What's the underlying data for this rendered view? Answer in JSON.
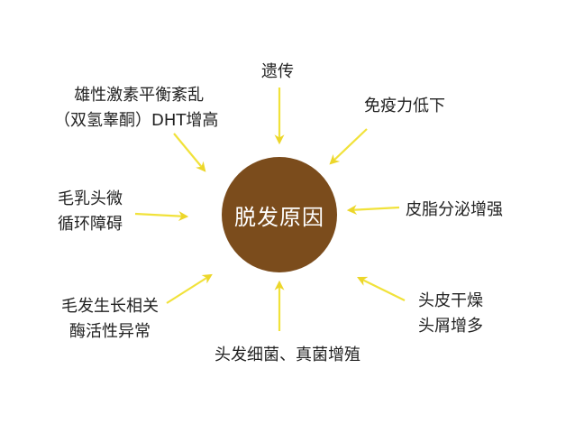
{
  "diagram": {
    "center": {
      "label": "脱发原因",
      "color": "#7b4c1c"
    },
    "arrow_color": "#f1e23a",
    "causes": [
      {
        "id": "genetics",
        "lines": [
          "遗传"
        ]
      },
      {
        "id": "immunity",
        "lines": [
          "免疫力低下"
        ]
      },
      {
        "id": "androgen",
        "lines": [
          "雄性激素平衡紊乱",
          "（双氢睾酮）DHT增高"
        ]
      },
      {
        "id": "papilla",
        "lines": [
          "毛乳头微",
          "循环障碍"
        ]
      },
      {
        "id": "sebum",
        "lines": [
          "皮脂分泌增强"
        ]
      },
      {
        "id": "enzyme",
        "lines": [
          "毛发生长相关",
          "酶活性异常"
        ]
      },
      {
        "id": "scalp",
        "lines": [
          "头皮干燥",
          "头屑增多"
        ]
      },
      {
        "id": "microbes",
        "lines": [
          "头发细菌、真菌增殖"
        ]
      }
    ]
  }
}
